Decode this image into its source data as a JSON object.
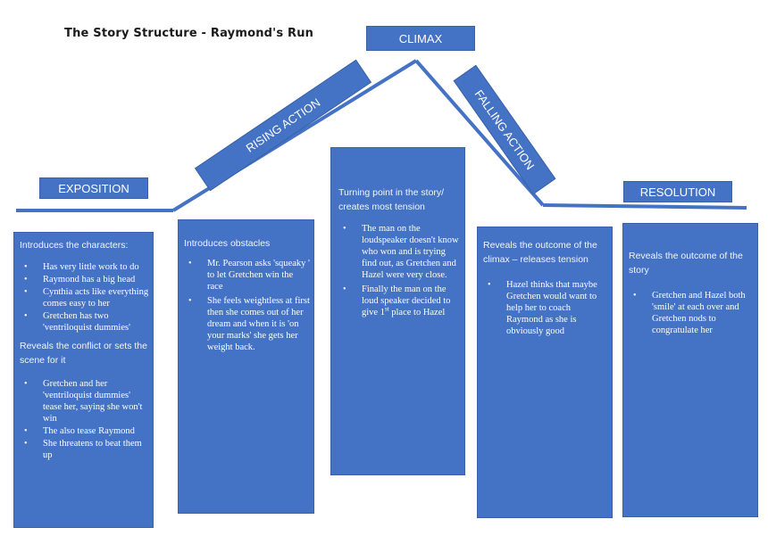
{
  "title": "The Story Structure - Raymond's Run",
  "stages": {
    "exposition": "EXPOSITION",
    "rising": "RISING ACTION",
    "climax": "CLIMAX",
    "falling": "FALLING ACTION",
    "resolution": "RESOLUTION"
  },
  "colors": {
    "box": "#4472c4",
    "text": "#ffffff"
  },
  "exposition_card": {
    "heading1": "Introduces the characters:",
    "items1": [
      "Has very little work to do",
      "Raymond has a big head",
      "Cynthia acts like everything comes easy to her",
      "Gretchen has two 'ventriloquist dummies'"
    ],
    "heading2": "Reveals the conflict or sets the scene for it",
    "items2": [
      "Gretchen and her 'ventriloquist dummies' tease her, saying she won't win",
      "The also tease Raymond",
      "She threatens to beat them up"
    ]
  },
  "rising_card": {
    "heading": "Introduces obstacles",
    "items": [
      "Mr. Pearson asks 'squeaky ' to let Gretchen win the race",
      "She feels weightless at first then she comes out of her dream and when it is 'on your marks' she gets her weight back."
    ]
  },
  "climax_card": {
    "heading": "Turning point in the story/ creates most tension",
    "item1": "The man on the loudspeaker doesn't know who won and is trying find out, as Gretchen and Hazel were very close.",
    "item2_main": "Finally the man on the loud speaker decided to give 1",
    "item2_sup": "st",
    "item2_end": " place to Hazel"
  },
  "falling_card": {
    "heading": "Reveals the outcome of the climax – releases tension",
    "items": [
      "Hazel thinks that maybe Gretchen would want to help her to coach Raymond as she is obviously good"
    ]
  },
  "resolution_card": {
    "heading": "Reveals the outcome of the story",
    "items": [
      "Gretchen and Hazel both 'smile' at each over and Gretchen nods to congratulate her"
    ]
  }
}
